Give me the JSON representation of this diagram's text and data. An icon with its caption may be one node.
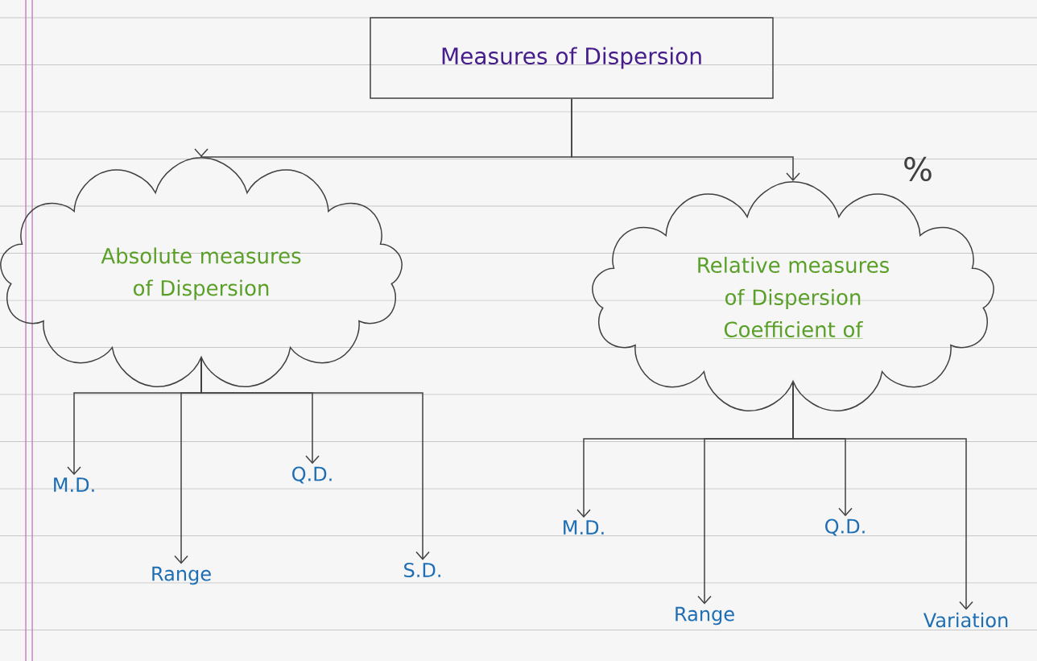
{
  "diagram": {
    "nodes": [
      {
        "text": [
          "Measures of Dispersion"
        ]
      },
      {
        "text": [
          "Absolute measures of Dispersion"
        ]
      },
      {
        "text": [
          "Relative measures of Dispersion",
          "Coefficient of"
        ],
        "beside": [
          "%"
        ]
      },
      {
        "text": [
          "M.D."
        ]
      },
      {
        "text": [
          "Range"
        ]
      },
      {
        "text": [
          "Q.D."
        ]
      },
      {
        "text": [
          "S.D."
        ]
      },
      {
        "text": [
          "M.D."
        ]
      },
      {
        "text": [
          "Range"
        ]
      },
      {
        "text": [
          "Q.D."
        ]
      },
      {
        "text": [
          "Variation"
        ]
      }
    ],
    "edges": [
      {
        "from": 0,
        "to": 1,
        "arrow": "to"
      },
      {
        "from": 0,
        "to": 2,
        "arrow": "to"
      },
      {
        "from": 1,
        "to": 3,
        "arrow": "to"
      },
      {
        "from": 1,
        "to": 4,
        "arrow": "to"
      },
      {
        "from": 1,
        "to": 5,
        "arrow": "to"
      },
      {
        "from": 1,
        "to": 6,
        "arrow": "to"
      },
      {
        "from": 2,
        "to": 7,
        "arrow": "to"
      },
      {
        "from": 2,
        "to": 8,
        "arrow": "to"
      },
      {
        "from": 2,
        "to": 9,
        "arrow": "to"
      },
      {
        "from": 2,
        "to": 10,
        "arrow": "to"
      }
    ]
  }
}
